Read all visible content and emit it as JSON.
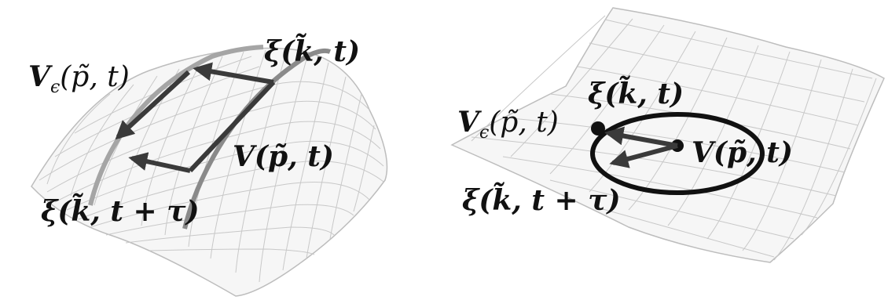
{
  "diagram": {
    "left_panel": {
      "labels": {
        "xi_kt": "ξ(k̃, t)",
        "v_eps": "V",
        "v_eps_sub": "ϵ",
        "v_eps_args": "(p̃, t)",
        "v_pt": "V(p̃, t)",
        "xi_kt_tau": "ξ(k̃, t + τ)"
      }
    },
    "right_panel": {
      "labels": {
        "xi_kt": "ξ(k̃, t)",
        "v_eps": "V",
        "v_eps_sub": "ϵ",
        "v_eps_args": "(p̃, t)",
        "v_pt": "V(p̃, t)",
        "xi_kt_tau": "ξ(k̃, t + τ)"
      }
    }
  }
}
